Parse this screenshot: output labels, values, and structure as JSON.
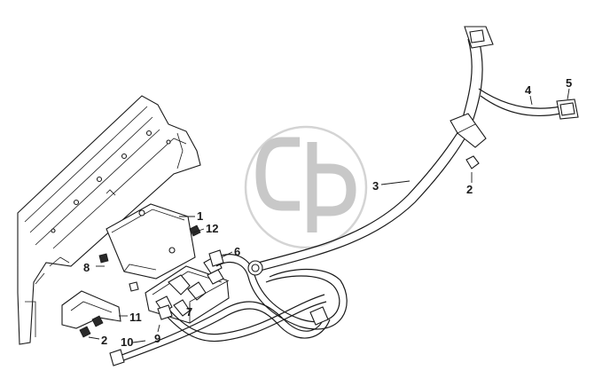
{
  "diagram": {
    "callouts": [
      {
        "id": "c1",
        "label": "1"
      },
      {
        "id": "c2a",
        "label": "2"
      },
      {
        "id": "c2b",
        "label": "2"
      },
      {
        "id": "c3",
        "label": "3"
      },
      {
        "id": "c4",
        "label": "4"
      },
      {
        "id": "c5",
        "label": "5"
      },
      {
        "id": "c6",
        "label": "6"
      },
      {
        "id": "c7",
        "label": "7"
      },
      {
        "id": "c8",
        "label": "8"
      },
      {
        "id": "c9",
        "label": "9"
      },
      {
        "id": "c10",
        "label": "10"
      },
      {
        "id": "c11",
        "label": "11"
      },
      {
        "id": "c12",
        "label": "12"
      }
    ],
    "colors": {
      "ink": "#1a1a1a",
      "watermark": "#c8c8c8",
      "background": "#ffffff"
    }
  }
}
